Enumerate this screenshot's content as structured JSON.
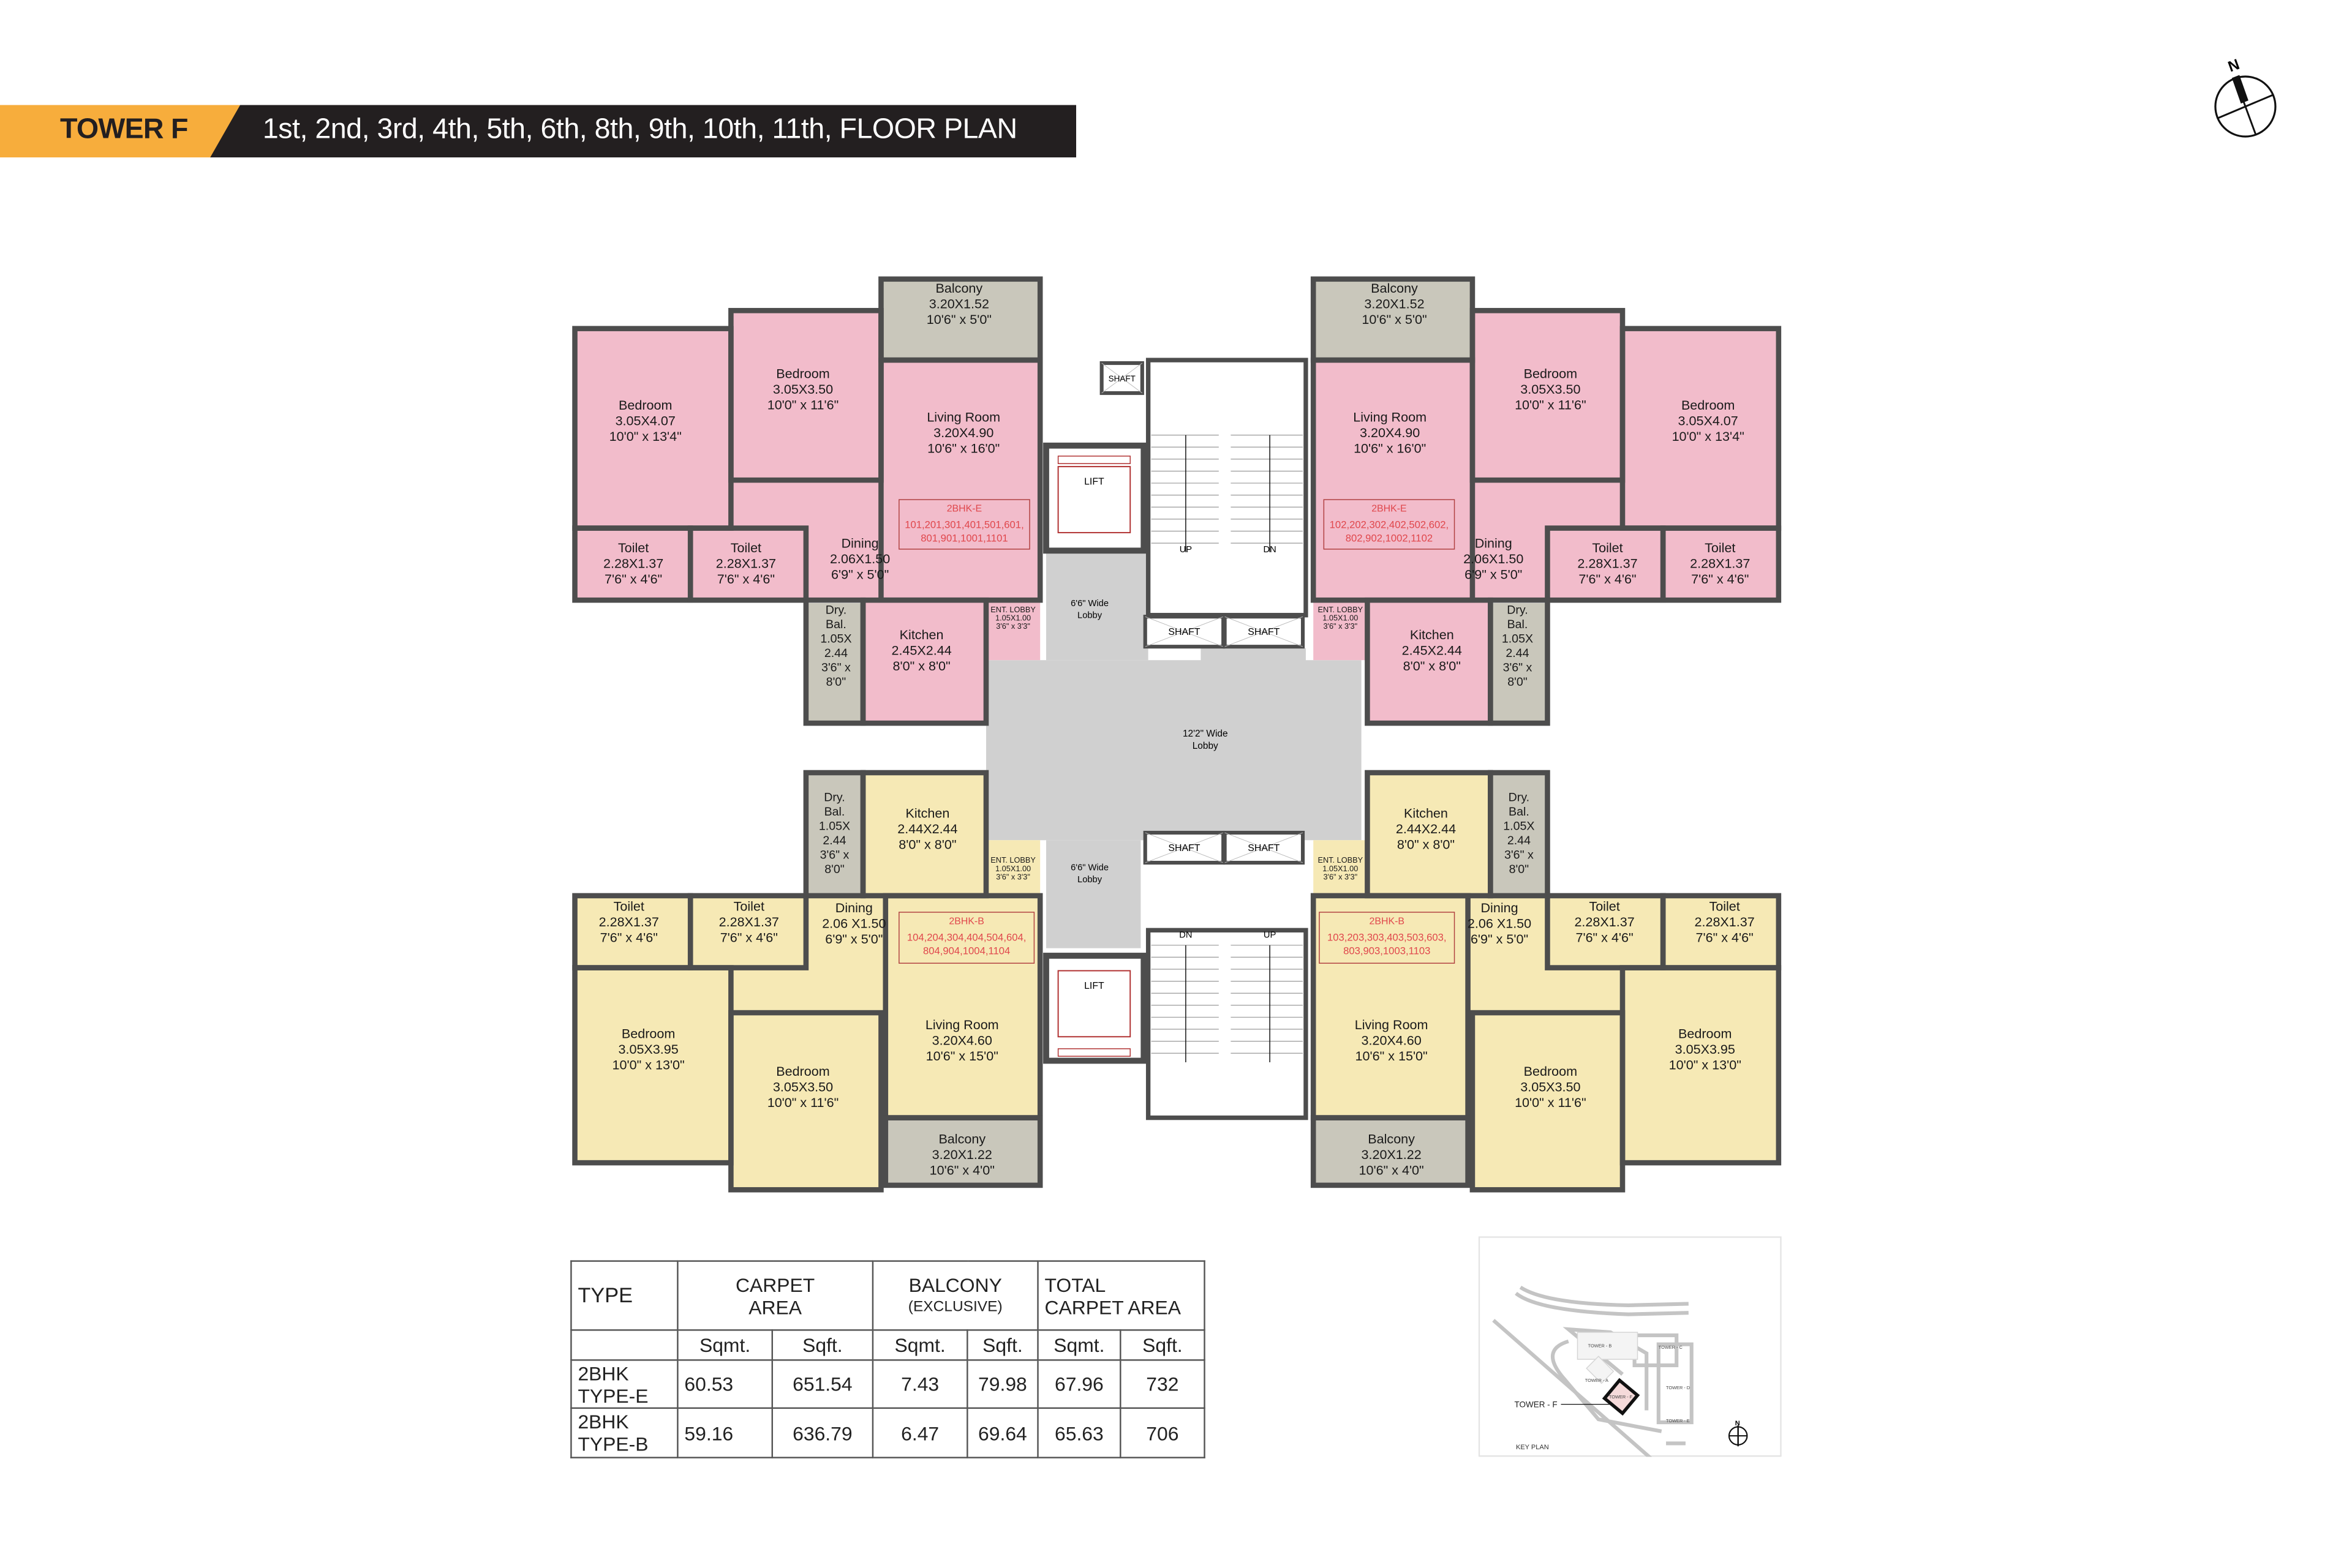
{
  "header": {
    "tower": "TOWER F",
    "subtitle": "1st, 2nd, 3rd, 4th, 5th, 6th, 8th, 9th, 10th, 11th, FLOOR PLAN",
    "accent_color": "#f7ad3c",
    "band_color": "#231f20"
  },
  "compass": {
    "label": "N",
    "icon": "north-arrow-icon"
  },
  "colors": {
    "type_e": "#f2bccb",
    "type_b": "#f6e9b5",
    "balcony": "#c9c7bb",
    "lobby": "#d0d0d0",
    "wall": "#4d4d4d",
    "unit_label": "#e0474c"
  },
  "units": [
    {
      "type": "2BHK-E",
      "numbers": [
        "101,201,301,401,501,601,",
        "801,901,1001,1101"
      ],
      "rooms": [
        {
          "lines": [
            "Bedroom",
            "3.05X4.07",
            "10'0\" x 13'4\""
          ]
        },
        {
          "lines": [
            "Bedroom",
            "3.05X3.50",
            "10'0\" x 11'6\""
          ]
        },
        {
          "lines": [
            "Living Room",
            "3.20X4.90",
            "10'6\" x 16'0\""
          ]
        },
        {
          "lines": [
            "Balcony",
            "3.20X1.52",
            "10'6\" x 5'0\""
          ]
        },
        {
          "lines": [
            "Toilet",
            "2.28X1.37",
            "7'6\" x 4'6\""
          ]
        },
        {
          "lines": [
            "Toilet",
            "2.28X1.37",
            "7'6\" x 4'6\""
          ]
        },
        {
          "lines": [
            "Dining",
            "2.06X1.50",
            "6'9\" x 5'0\""
          ]
        },
        {
          "lines": [
            "Dry.",
            "Bal.",
            "1.05X",
            "2.44",
            "3'6\" x",
            "8'0\""
          ]
        },
        {
          "lines": [
            "Kitchen",
            "2.45X2.44",
            "8'0\" x 8'0\""
          ]
        },
        {
          "lines": [
            "ENT. LOBBY",
            "1.05X1.00",
            "3'6\" x 3'3\""
          ]
        }
      ]
    },
    {
      "type": "2BHK-E",
      "numbers": [
        "102,202,302,402,502,602,",
        "802,902,1002,1102"
      ],
      "rooms": [
        {
          "lines": [
            "Bedroom",
            "3.05X4.07",
            "10'0\" x 13'4\""
          ]
        },
        {
          "lines": [
            "Bedroom",
            "3.05X3.50",
            "10'0\" x 11'6\""
          ]
        },
        {
          "lines": [
            "Living Room",
            "3.20X4.90",
            "10'6\" x 16'0\""
          ]
        },
        {
          "lines": [
            "Balcony",
            "3.20X1.52",
            "10'6\" x 5'0\""
          ]
        },
        {
          "lines": [
            "Toilet",
            "2.28X1.37",
            "7'6\" x 4'6\""
          ]
        },
        {
          "lines": [
            "Toilet",
            "2.28X1.37",
            "7'6\" x 4'6\""
          ]
        },
        {
          "lines": [
            "Dining",
            "2.06X1.50",
            "6'9\" x 5'0\""
          ]
        },
        {
          "lines": [
            "Dry.",
            "Bal.",
            "1.05X",
            "2.44",
            "3'6\" x",
            "8'0\""
          ]
        },
        {
          "lines": [
            "Kitchen",
            "2.45X2.44",
            "8'0\" x 8'0\""
          ]
        },
        {
          "lines": [
            "ENT. LOBBY",
            "1.05X1.00",
            "3'6\" x 3'3\""
          ]
        }
      ]
    },
    {
      "type": "2BHK-B",
      "numbers": [
        "104,204,304,404,504,604,",
        "804,904,1004,1104"
      ],
      "rooms": [
        {
          "lines": [
            "Bedroom",
            "3.05X3.95",
            "10'0\" x 13'0\""
          ]
        },
        {
          "lines": [
            "Bedroom",
            "3.05X3.50",
            "10'0\" x 11'6\""
          ]
        },
        {
          "lines": [
            "Living Room",
            "3.20X4.60",
            "10'6\" x 15'0\""
          ]
        },
        {
          "lines": [
            "Balcony",
            "3.20X1.22",
            "10'6\" x 4'0\""
          ]
        },
        {
          "lines": [
            "Toilet",
            "2.28X1.37",
            "7'6\" x 4'6\""
          ]
        },
        {
          "lines": [
            "Toilet",
            "2.28X1.37",
            "7'6\" x 4'6\""
          ]
        },
        {
          "lines": [
            "Dining",
            "2.06 X1.50",
            "6'9\" x 5'0\""
          ]
        },
        {
          "lines": [
            "Dry.",
            "Bal.",
            "1.05X",
            "2.44",
            "3'6\" x",
            "8'0\""
          ]
        },
        {
          "lines": [
            "Kitchen",
            "2.44X2.44",
            "8'0\" x 8'0\""
          ]
        },
        {
          "lines": [
            "ENT. LOBBY",
            "1.05X1.00",
            "3'6\" x 3'3\""
          ]
        }
      ]
    },
    {
      "type": "2BHK-B",
      "numbers": [
        "103,203,303,403,503,603,",
        "803,903,1003,1103"
      ],
      "rooms": [
        {
          "lines": [
            "Bedroom",
            "3.05X3.95",
            "10'0\" x 13'0\""
          ]
        },
        {
          "lines": [
            "Bedroom",
            "3.05X3.50",
            "10'0\" x 11'6\""
          ]
        },
        {
          "lines": [
            "Living Room",
            "3.20X4.60",
            "10'6\" x 15'0\""
          ]
        },
        {
          "lines": [
            "Balcony",
            "3.20X1.22",
            "10'6\" x 4'0\""
          ]
        },
        {
          "lines": [
            "Toilet",
            "2.28X1.37",
            "7'6\" x 4'6\""
          ]
        },
        {
          "lines": [
            "Toilet",
            "2.28X1.37",
            "7'6\" x 4'6\""
          ]
        },
        {
          "lines": [
            "Dining",
            "2.06 X1.50",
            "6'9\" x 5'0\""
          ]
        },
        {
          "lines": [
            "Dry.",
            "Bal.",
            "1.05X",
            "2.44",
            "3'6\" x",
            "8'0\""
          ]
        },
        {
          "lines": [
            "Kitchen",
            "2.44X2.44",
            "8'0\" x 8'0\""
          ]
        },
        {
          "lines": [
            "ENT. LOBBY",
            "1.05X1.00",
            "3'6\" x 3'3\""
          ]
        }
      ]
    }
  ],
  "core": {
    "lift": "LIFT",
    "shaft": "SHAFT",
    "up": "UP",
    "dn": "DN",
    "lobby_small": [
      "6'6\" Wide",
      "Lobby"
    ],
    "lobby_main": [
      "12'2\" Wide",
      "Lobby"
    ]
  },
  "area_table": {
    "headers": {
      "type": "TYPE",
      "carpet": [
        "CARPET",
        "AREA"
      ],
      "balcony": "BALCONY",
      "balcony_note": "(EXCLUSIVE)",
      "total": [
        "TOTAL",
        "CARPET AREA"
      ]
    },
    "units": [
      "Sqmt.",
      "Sqft.",
      "Sqmt.",
      "Sqft.",
      "Sqmt.",
      "Sqft."
    ],
    "rows": [
      {
        "type": [
          "2BHK",
          "TYPE-E"
        ],
        "values": [
          "60.53",
          "651.54",
          "7.43",
          "79.98",
          "67.96",
          "732"
        ]
      },
      {
        "type": [
          "2BHK",
          "TYPE-B"
        ],
        "values": [
          "59.16",
          "636.79",
          "6.47",
          "69.64",
          "65.63",
          "706"
        ]
      }
    ]
  },
  "key_plan": {
    "title": "KEY PLAN",
    "highlight": "TOWER - F",
    "towers": [
      "TOWER - A",
      "TOWER - B",
      "TOWER - C",
      "TOWER - D",
      "TOWER - E",
      "TOWER - F"
    ],
    "north": "N"
  }
}
